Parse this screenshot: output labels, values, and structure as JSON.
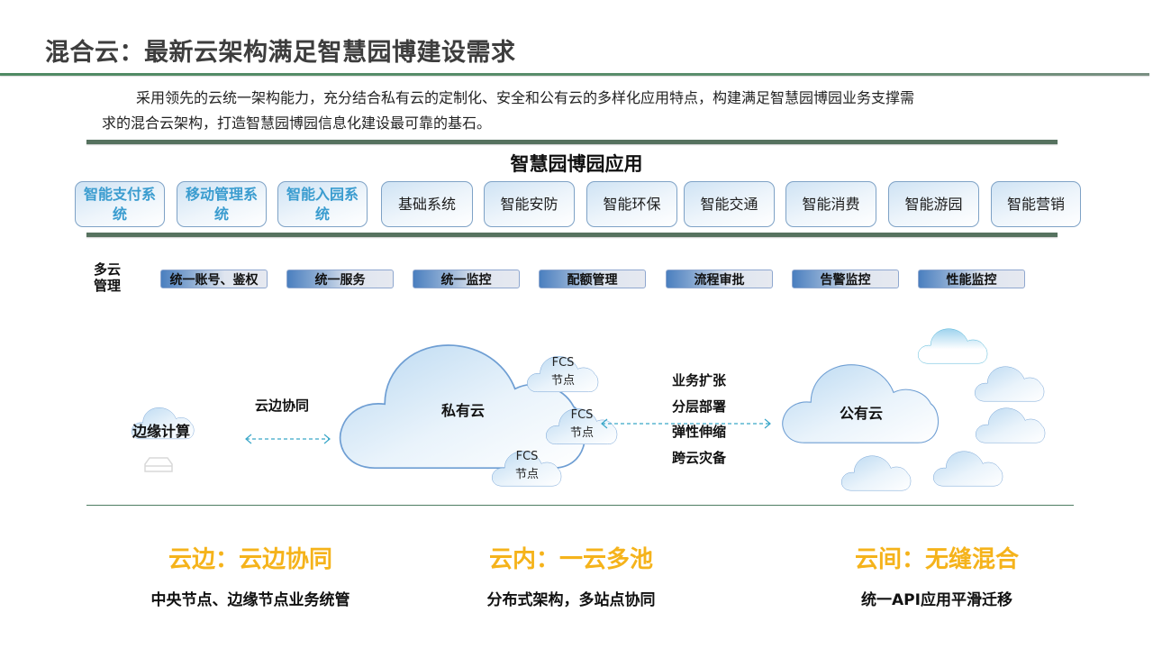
{
  "header": {
    "title": "混合云：最新云架构满足智慧园博建设需求",
    "intro_line1": "采用领先的云统一架构能力，充分结合私有云的定制化、安全和公有云的多样化应用特点，构建满足智慧园博园业务支撑需",
    "intro_line2": "求的混合云架构，打造智慧园博园信息化建设最可靠的基石。"
  },
  "apps": {
    "title": "智慧园博园应用",
    "items": [
      {
        "label": "智能支付系统",
        "highlight": true
      },
      {
        "label": "移动管理系统",
        "highlight": true
      },
      {
        "label": "智能入园系统",
        "highlight": true
      },
      {
        "label": "基础系统",
        "highlight": false
      },
      {
        "label": "智能安防",
        "highlight": false
      },
      {
        "label": "智能环保",
        "highlight": false
      },
      {
        "label": "智能交通",
        "highlight": false
      },
      {
        "label": "智能消费",
        "highlight": false
      },
      {
        "label": "智能游园",
        "highlight": false
      },
      {
        "label": "智能营销",
        "highlight": false
      }
    ]
  },
  "multi_cloud": {
    "label": "多云管理",
    "items": [
      "统一账号、鉴权",
      "统一服务",
      "统一监控",
      "配额管理",
      "流程审批",
      "告警监控",
      "性能监控"
    ]
  },
  "diagram": {
    "edge_cloud": "边缘计算",
    "edge_link": "云边协同",
    "private_cloud": "私有云",
    "fcs_node_line1": "FCS",
    "fcs_node_line2": "节点",
    "public_cloud": "公有云",
    "features": [
      "业务扩张",
      "分层部署",
      "弹性伸缩",
      "跨云灾备"
    ]
  },
  "pillars": [
    {
      "title": "云边：云边协同",
      "desc": "中央节点、边缘节点业务统管"
    },
    {
      "title": "云内：一云多池",
      "desc": "分布式架构，多站点协同"
    },
    {
      "title": "云间：无缝混合",
      "desc": "统一API应用平滑迁移"
    }
  ],
  "colors": {
    "accent_yellow": "#f5b31b",
    "rule_green": "#56725f",
    "highlight_blue": "#3a9ccf",
    "cloud_stroke": "#6e9ed3"
  }
}
